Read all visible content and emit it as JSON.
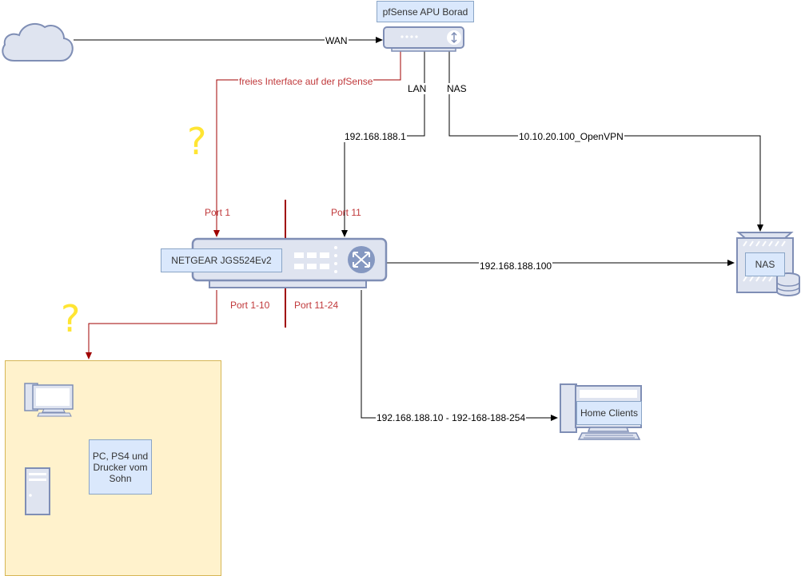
{
  "diagram": {
    "pfsense_label": "pfSense APU Borad",
    "switch_label": "NETGEAR JGS524Ev2",
    "nas_label": "NAS",
    "home_clients_label": "Home Clients",
    "son_devices_label": "PC, PS4 und Drucker vom Sohn",
    "edges": {
      "wan": "WAN",
      "free_interface": "freies Interface auf der pfSense",
      "lan": "LAN",
      "nas": "NAS",
      "lan_ip": "192.168.188.1",
      "openvpn": "10.10.20.100_OpenVPN",
      "port1": "Port 1",
      "port11": "Port 11",
      "nas_ip": "192.168.188.100",
      "port_range_1": "Port 1-10",
      "port_range_2": "Port 11-24",
      "client_range": "192.168.188.10 - 192-168-188-254"
    },
    "question_mark": "?",
    "colors": {
      "red_line": "#a00000",
      "device_fill": "#dfe4f0",
      "device_stroke": "#7f8eb5",
      "question": "#ffe533",
      "label_box": "#dae8fc",
      "yellow_area": "#fff2cc"
    }
  }
}
